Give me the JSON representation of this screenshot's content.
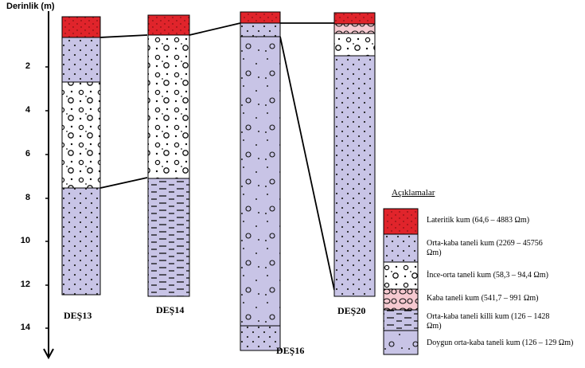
{
  "axis": {
    "title": "Derinlik (m)",
    "ticks": [
      "2",
      "4",
      "6",
      "8",
      "10",
      "12",
      "14"
    ]
  },
  "wells": [
    {
      "name": "DEŞ13"
    },
    {
      "name": "DEŞ14"
    },
    {
      "name": "DEŞ16"
    },
    {
      "name": "DEŞ20"
    }
  ],
  "legend": {
    "title": "Açıklamalar",
    "items": [
      {
        "text": "Lateritik kum  (64,6 – 4883 Ωm)",
        "pattern": "lateritic",
        "color": "#e0242b"
      },
      {
        "text": "Orta-kaba taneli kum (2269 – 45756 Ωm)",
        "pattern": "dots",
        "color": "#c8c4e6"
      },
      {
        "text": "İnce-orta taneli kum (58,3 – 94,4 Ωm)",
        "pattern": "circles",
        "color": "#ffffff"
      },
      {
        "text": "Kaba taneli kum (541,7 – 991 Ωm)",
        "pattern": "coarse",
        "color": "#f6c9d0"
      },
      {
        "text": "Orta-kaba taneli killi kum (126 – 1428 Ωm)",
        "pattern": "dashes",
        "color": "#c8c4e6"
      },
      {
        "text": "Doygun orta-kaba taneli kum (126 – 129 Ωm)",
        "pattern": "saturated",
        "color": "#c8c4e6"
      }
    ]
  },
  "colors": {
    "laterite": "#e0242b",
    "sand_blue": "#c8c4e6",
    "coarse_pink": "#f6c9d0",
    "white": "#ffffff"
  }
}
